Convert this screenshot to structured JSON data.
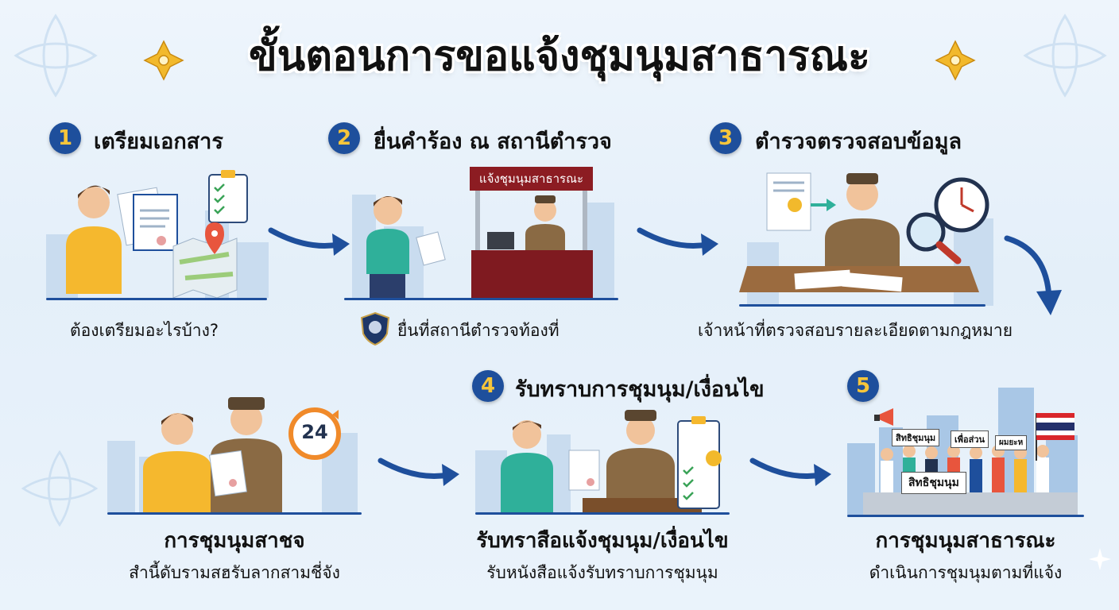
{
  "title": "ขั้นตอนการขอแจ้งชุมนุมสาธารณะ",
  "steps": [
    {
      "number": "1",
      "title": "เตรียมเอกสาร",
      "caption": "ต้องเตรียมอะไรบ้าง?"
    },
    {
      "number": "2",
      "title": "ยื่นคำร้อง ณ สถานีตำรวจ",
      "caption": "ยื่นที่สถานีตำรวจท้องที่",
      "booth_sign": "แจ้งชุมนุมสาธารณะ"
    },
    {
      "number": "3",
      "title": "ตำรวจตรวจสอบข้อมูล",
      "caption": "เจ้าหน้าที่ตรวจสอบรายละเอียดตามกฎหมาย"
    },
    {
      "number": "4",
      "title": "รับทราบการชุมนุม/เงื่อนไข",
      "caption_title": "รับทราสือแจ้งชุมนุม/เงื่อนไข",
      "caption": "รับหนังสือแจ้งรับทราบการชุมนุม"
    },
    {
      "number": "5",
      "caption_title": "การชุมนุมสาธารณะ",
      "caption": "ดำเนินการชุมนุมตามที่แจ้ง",
      "signs": [
        "สิทธิชุมนุม",
        "เพื่อส่วน",
        "ผมยะห",
        "สิทธิชุมนุม"
      ]
    }
  ],
  "middle_left": {
    "caption_title": "การชุมนุมสาชจ",
    "caption": "สำนี้ดับรามสฮรับลากสามชี่จัง",
    "clock_label": "24"
  },
  "colors": {
    "navy": "#1e4f9c",
    "gold": "#f6c53b",
    "city": "#c9dcef",
    "police": "#8a6a44"
  }
}
